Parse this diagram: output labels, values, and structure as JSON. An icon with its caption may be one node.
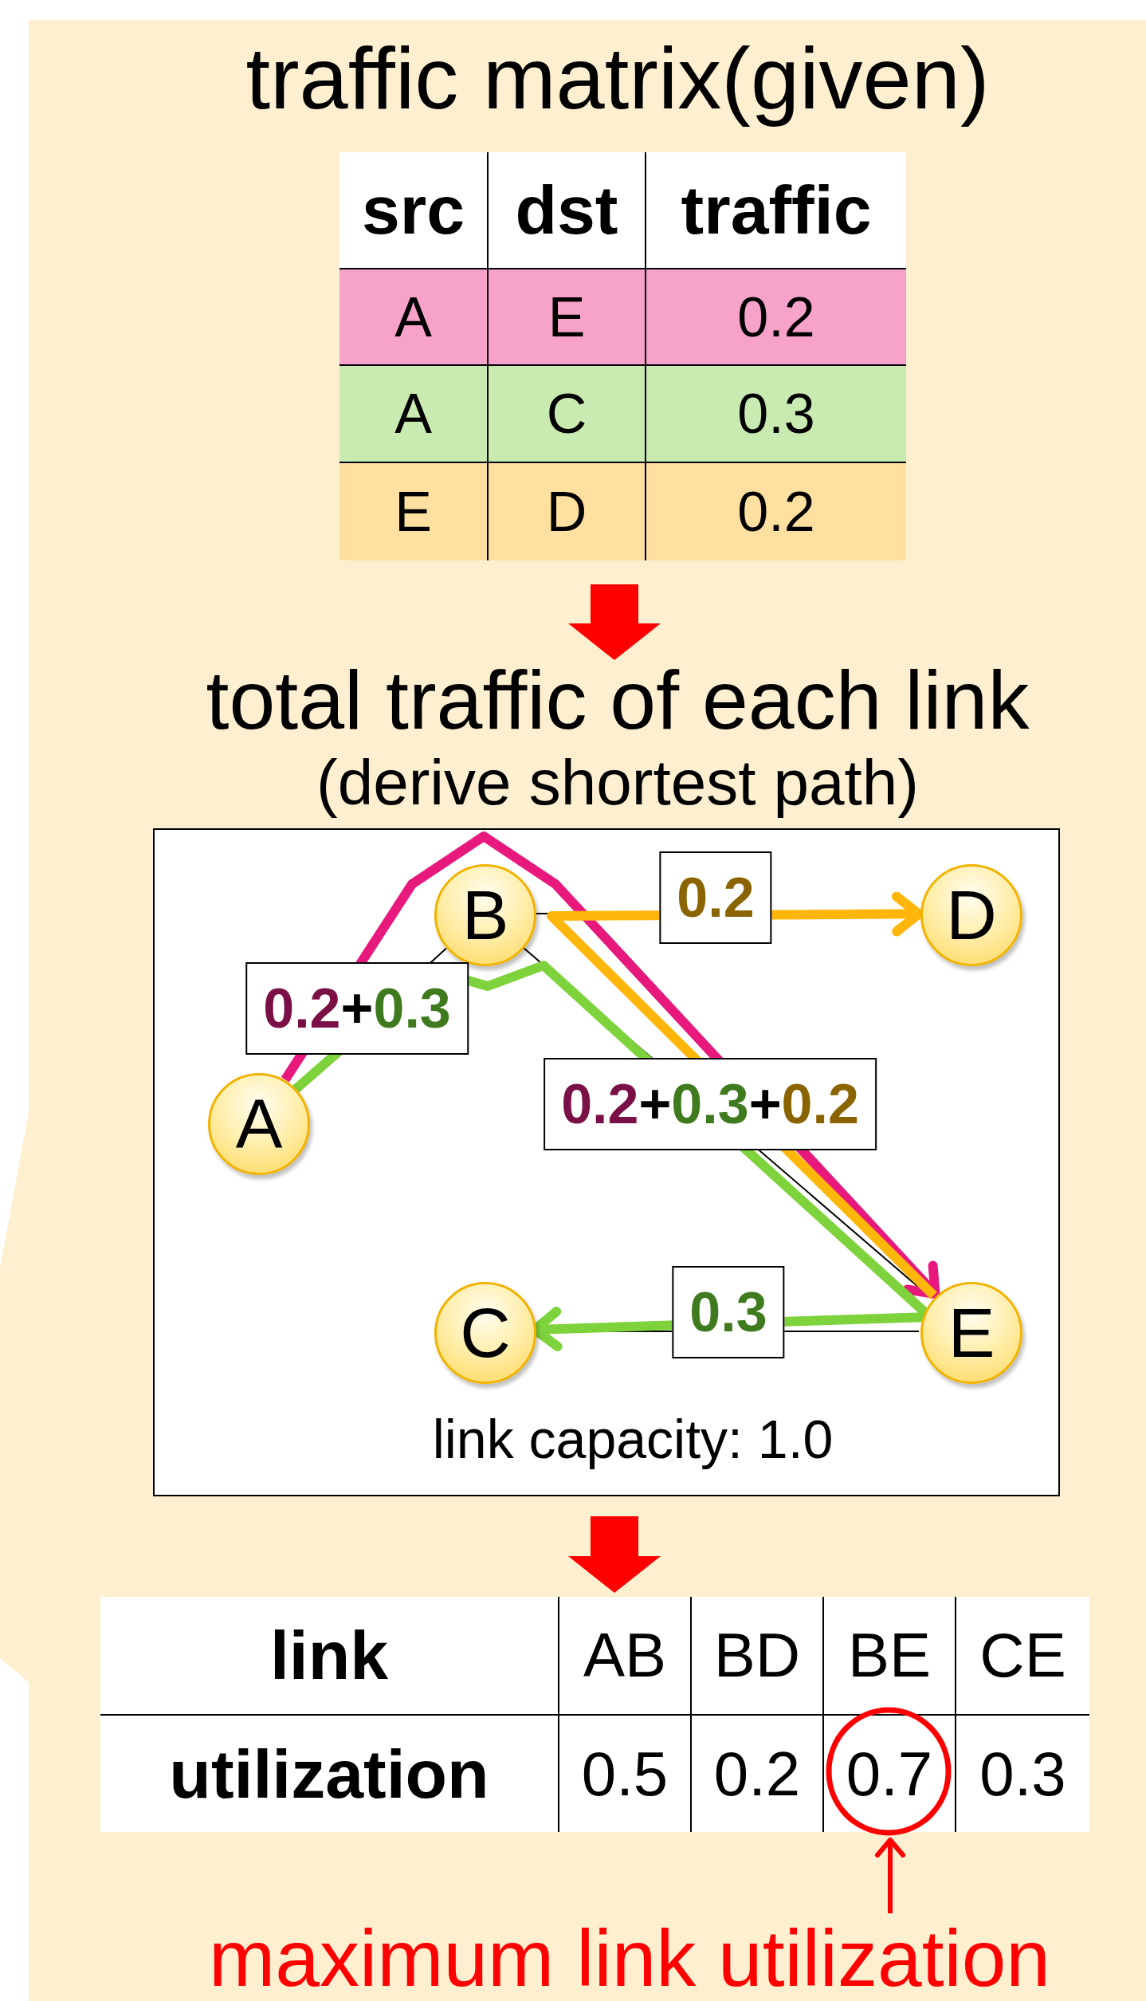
{
  "diagram": {
    "title": "traffic matrix(given)",
    "nodes": [
      {
        "text": [
          "src",
          "dst",
          "traffic",
          "A",
          "E",
          "0.2",
          "A",
          "C",
          "0.3",
          "E",
          "D",
          "0.2"
        ]
      },
      {
        "text": [
          "total traffic of each link",
          "(derive shortest path)"
        ]
      },
      {
        "text": [
          "link capacity: 1.0"
        ]
      },
      {
        "text": [
          "A"
        ],
        "in": 2
      },
      {
        "text": [
          "B"
        ],
        "in": 2
      },
      {
        "text": [
          "C"
        ],
        "in": 2
      },
      {
        "text": [
          "D"
        ],
        "in": 2
      },
      {
        "text": [
          "E"
        ],
        "in": 2
      },
      {
        "text": [
          "link",
          "AB",
          "BD",
          "BE",
          "CE",
          "utilization",
          "0.5",
          "0.2",
          "0.7",
          "0.3"
        ]
      },
      {
        "text": [
          "maximum link utilization"
        ]
      }
    ],
    "edges": [
      {
        "from": 0,
        "to": 1,
        "arrow": "to",
        "style": "thick",
        "color": "#ff0000"
      },
      {
        "from": 2,
        "to": 8,
        "arrow": "to",
        "style": "thick",
        "color": "#ff0000"
      },
      {
        "from": 3,
        "to": 4,
        "arrow": "none",
        "label": "0.2+0.3"
      },
      {
        "from": 4,
        "to": 6,
        "arrow": "none",
        "label": "0.2"
      },
      {
        "from": 4,
        "to": 7,
        "arrow": "none",
        "label": "0.2+0.3+0.2"
      },
      {
        "from": 5,
        "to": 7,
        "arrow": "none",
        "label": "0.3"
      },
      {
        "from": 3,
        "to": 7,
        "arrow": "to",
        "style": "thick",
        "color": "#e8197d"
      },
      {
        "from": 3,
        "to": 5,
        "arrow": "to",
        "style": "thick",
        "color": "#7ed23c"
      },
      {
        "from": 7,
        "to": 6,
        "arrow": "to",
        "style": "thick",
        "color": "#ffb60a"
      },
      {
        "from": 9,
        "to": 8,
        "arrow": "to",
        "color": "#ff0000"
      }
    ]
  }
}
